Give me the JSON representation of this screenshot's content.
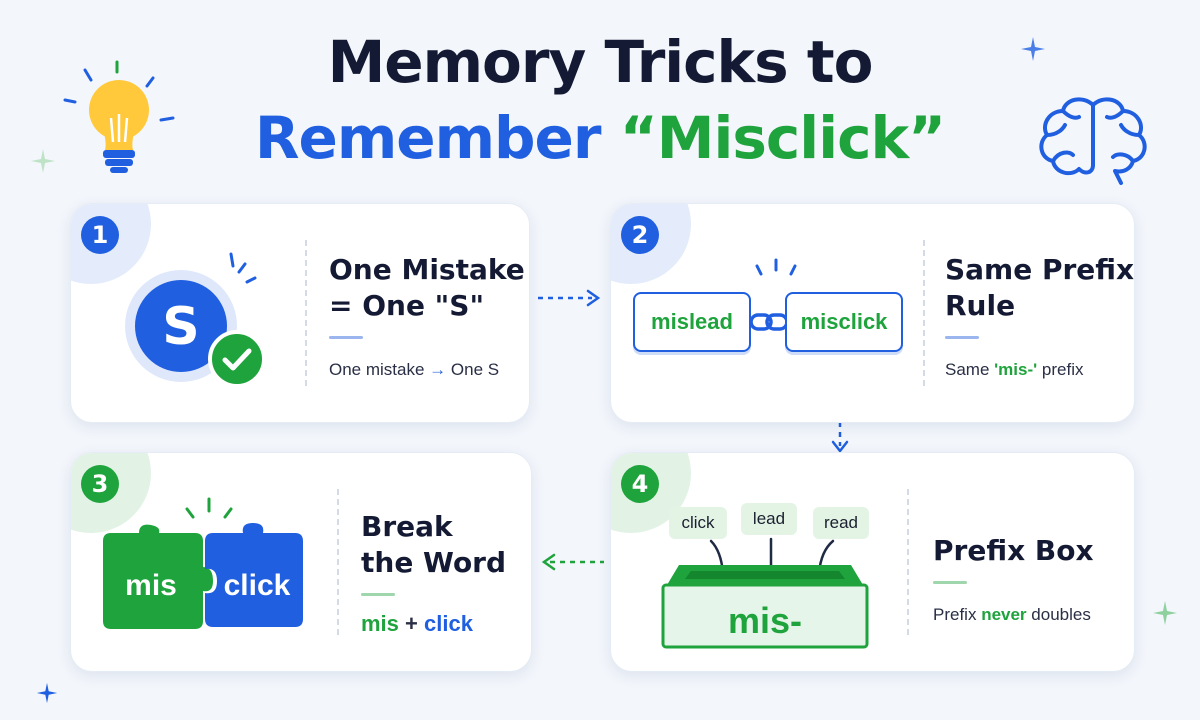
{
  "title": {
    "line1": "Memory Tricks to",
    "line2_prefix": "Remember ",
    "line2_highlight": "“Misclick”"
  },
  "cards": [
    {
      "number": "1",
      "heading_line1": "One Mistake",
      "heading_line2": "= One \"S\"",
      "subtitle_left": "One mistake",
      "subtitle_arrow": "→",
      "subtitle_right": "One S",
      "icon_letter": "S"
    },
    {
      "number": "2",
      "heading_line1": "Same Prefix",
      "heading_line2": "Rule",
      "chip_left": "mislead",
      "chip_right": "misclick",
      "subtitle_before": "Same ",
      "subtitle_highlight": "'mis-'",
      "subtitle_after": " prefix"
    },
    {
      "number": "3",
      "heading_line1": "Break",
      "heading_line2": "the Word",
      "puzzle_left": "mis",
      "puzzle_right": "click",
      "formula_left": "mis",
      "formula_plus": "+",
      "formula_right": "click"
    },
    {
      "number": "4",
      "heading_line1": "Prefix Box",
      "tags": [
        "click",
        "lead",
        "read"
      ],
      "box_label": "mis-",
      "subtitle_before": "Prefix ",
      "subtitle_highlight": "never",
      "subtitle_after": " doubles"
    }
  ],
  "colors": {
    "blue": "#1f5fe0",
    "green": "#1fa33c",
    "dark": "#141a33",
    "bulb": "#ffc93b"
  },
  "icons": [
    "lightbulb-icon",
    "brain-icon",
    "sparkle-icon",
    "checkmark-icon",
    "chain-link-icon",
    "puzzle-icon",
    "box-icon"
  ]
}
